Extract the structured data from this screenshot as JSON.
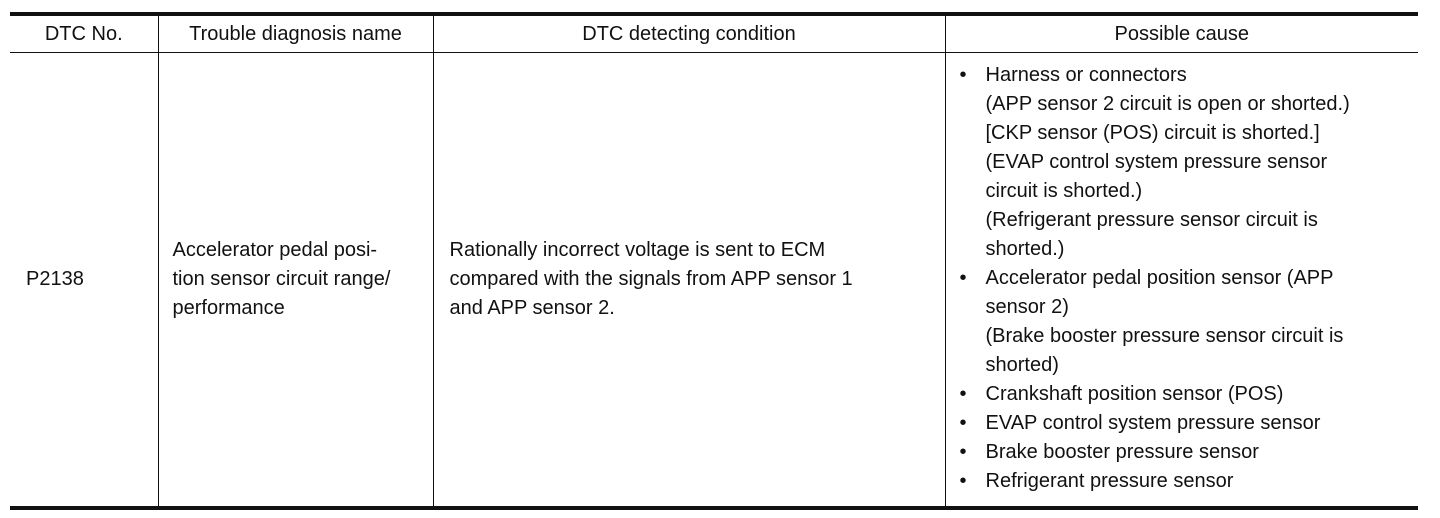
{
  "table": {
    "headers": {
      "dtc_no": "DTC No.",
      "trouble_name": "Trouble diagnosis name",
      "detecting_condition": "DTC detecting condition",
      "possible_cause": "Possible cause"
    },
    "row": {
      "dtc_no": "P2138",
      "trouble_name_lines": [
        "Accelerator pedal posi-",
        "tion sensor circuit range/",
        "performance"
      ],
      "condition_lines": [
        "Rationally incorrect voltage is sent to ECM",
        "compared with the signals from APP sensor 1",
        "and APP sensor 2."
      ],
      "bullet_glyph": "•",
      "causes": [
        {
          "title": "Harness or connectors",
          "details": [
            "(APP sensor 2 circuit is open or shorted.)",
            "[CKP sensor (POS) circuit is shorted.]",
            "(EVAP control system pressure sensor",
            "circuit is shorted.)",
            "(Refrigerant pressure sensor circuit is",
            "shorted.)"
          ]
        },
        {
          "title": "Accelerator pedal position sensor (APP",
          "details": [
            "sensor 2)",
            "(Brake booster pressure sensor circuit is",
            "shorted)"
          ]
        },
        {
          "title": "Crankshaft position sensor (POS)",
          "details": []
        },
        {
          "title": "EVAP control system pressure sensor",
          "details": []
        },
        {
          "title": "Brake booster pressure sensor",
          "details": []
        },
        {
          "title": "Refrigerant pressure sensor",
          "details": []
        }
      ]
    }
  }
}
